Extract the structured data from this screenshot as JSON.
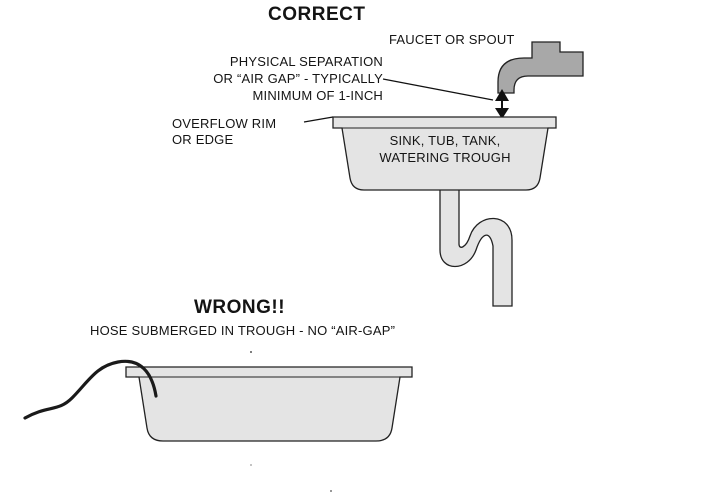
{
  "colors": {
    "background": "#ffffff",
    "fixture_fill": "#e4e4e4",
    "faucet_fill": "#a8a8a8",
    "outline": "#222222",
    "hose": "#1a1a1a"
  },
  "correct": {
    "heading": "CORRECT",
    "faucet_label": "FAUCET OR SPOUT",
    "air_gap_label": [
      "PHYSICAL SEPARATION",
      "OR “AIR GAP”  - TYPICALLY",
      "MINIMUM OF 1-INCH"
    ],
    "rim_label": [
      "OVERFLOW RIM",
      "OR EDGE"
    ],
    "sink_label": [
      "SINK, TUB, TANK,",
      "WATERING TROUGH"
    ]
  },
  "wrong": {
    "heading": "WRONG!!",
    "caption": "HOSE  SUBMERGED IN TROUGH - NO “AIR-GAP”"
  }
}
